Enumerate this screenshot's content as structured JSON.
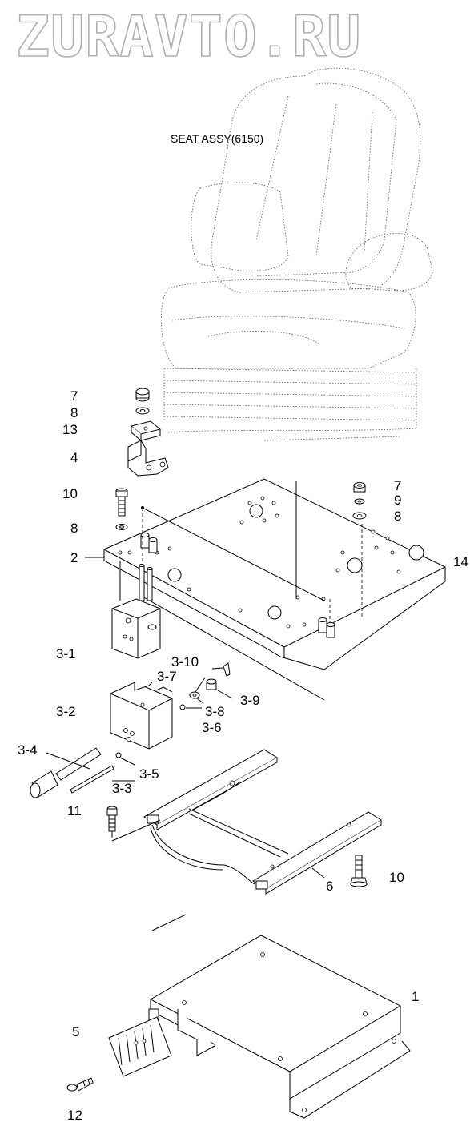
{
  "watermark": "ZURAVTO.RU",
  "title": "SEAT ASSY(6150)",
  "labels": {
    "p7a": "7",
    "p8a": "8",
    "p13": "13",
    "p4": "4",
    "p10a": "10",
    "p8b": "8",
    "p2": "2",
    "p7b": "7",
    "p9": "9",
    "p8c": "8",
    "p14": "14",
    "p3_1": "3-1",
    "p3_10": "3-10",
    "p3_7": "3-7",
    "p3_8": "3-8",
    "p3_9": "3-9",
    "p3_6": "3-6",
    "p3_2": "3-2",
    "p3_4": "3-4",
    "p3_5": "3-5",
    "p3_3": "3-3",
    "p11": "11",
    "p6": "6",
    "p10b": "10",
    "p1": "1",
    "p5": "5",
    "p12": "12"
  }
}
